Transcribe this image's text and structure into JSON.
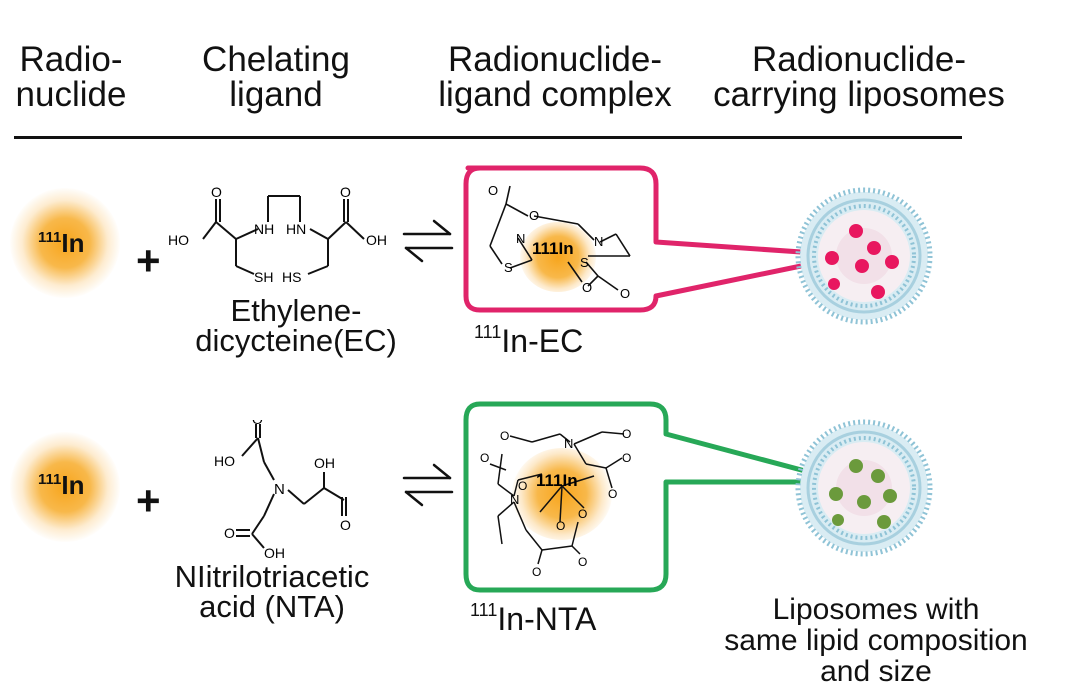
{
  "headers": {
    "col1": [
      "Radio-",
      "nuclide"
    ],
    "col2": [
      "Chelating",
      "ligand"
    ],
    "col3": [
      "Radionuclide-",
      "ligand complex"
    ],
    "col4": [
      "Radionuclide-",
      "carrying liposomes"
    ]
  },
  "radionuclide": {
    "mass": "111",
    "symbol": "In"
  },
  "plus": "+",
  "row1": {
    "ligand_name": [
      "Ethylene-",
      "dicycteine(EC)"
    ],
    "complex_mass": "111",
    "complex_label": "In-EC",
    "frame_color": "#e0246a",
    "dot_color": "#e8175f",
    "structure_atoms": {
      "ho": "HO",
      "oh": "OH",
      "nh": "NH",
      "hn": "HN",
      "sh": "SH",
      "hs": "HS",
      "o": "O"
    },
    "complex_atoms": {
      "o": "O",
      "n": "N",
      "s": "S",
      "center": "111In"
    }
  },
  "row2": {
    "ligand_name": [
      "NIitrilotriacetic",
      "acid (NTA)"
    ],
    "complex_mass": "111",
    "complex_label": "In-NTA",
    "frame_color": "#27a857",
    "dot_color": "#6b9a3c",
    "structure_atoms": {
      "ho": "HO",
      "oh": "OH",
      "n": "N",
      "o": "O"
    },
    "complex_atoms": {
      "o": "O",
      "n": "N",
      "center": "111In"
    }
  },
  "caption": [
    "Liposomes with",
    "same lipid composition",
    "and size"
  ],
  "colors": {
    "glow": "#f6a623",
    "membrane": "#8fc3d6",
    "core": "#f3e3ea"
  }
}
